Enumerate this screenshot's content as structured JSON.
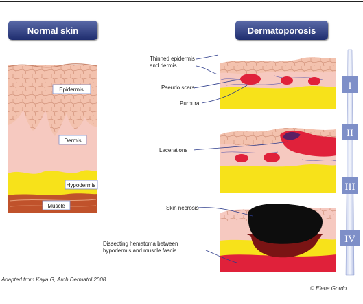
{
  "titles": {
    "normal": "Normal skin",
    "derm": "Dermatoporosis"
  },
  "normal_labels": {
    "epidermis": "Epidermis",
    "dermis": "Dermis",
    "hypodermis": "Hypodermis",
    "muscle": "Muscle"
  },
  "annotations": {
    "thinned": "Thinned epidermis and dermis",
    "pseudo": "Pseudo scars",
    "purpura": "Purpura",
    "lacerations": "Lacerations",
    "necrosis": "Skin necrosis",
    "hematoma": "Dissecting hematoma between hypodermis and muscle fascia"
  },
  "stages": [
    "I",
    "II",
    "III",
    "IV"
  ],
  "credits": {
    "source": "Adapted from Kaya G, Arch Dermatol 2008",
    "author": "© Elena Gordo"
  },
  "colors": {
    "epidermis": "#f3c2ae",
    "dermis": "#f6c9c0",
    "fat": "#f7e21a",
    "muscle": "#c0522b",
    "blood": "#e0213a",
    "necrosis": "#0d0d0d",
    "stage_bar": "#7e8fc8"
  }
}
